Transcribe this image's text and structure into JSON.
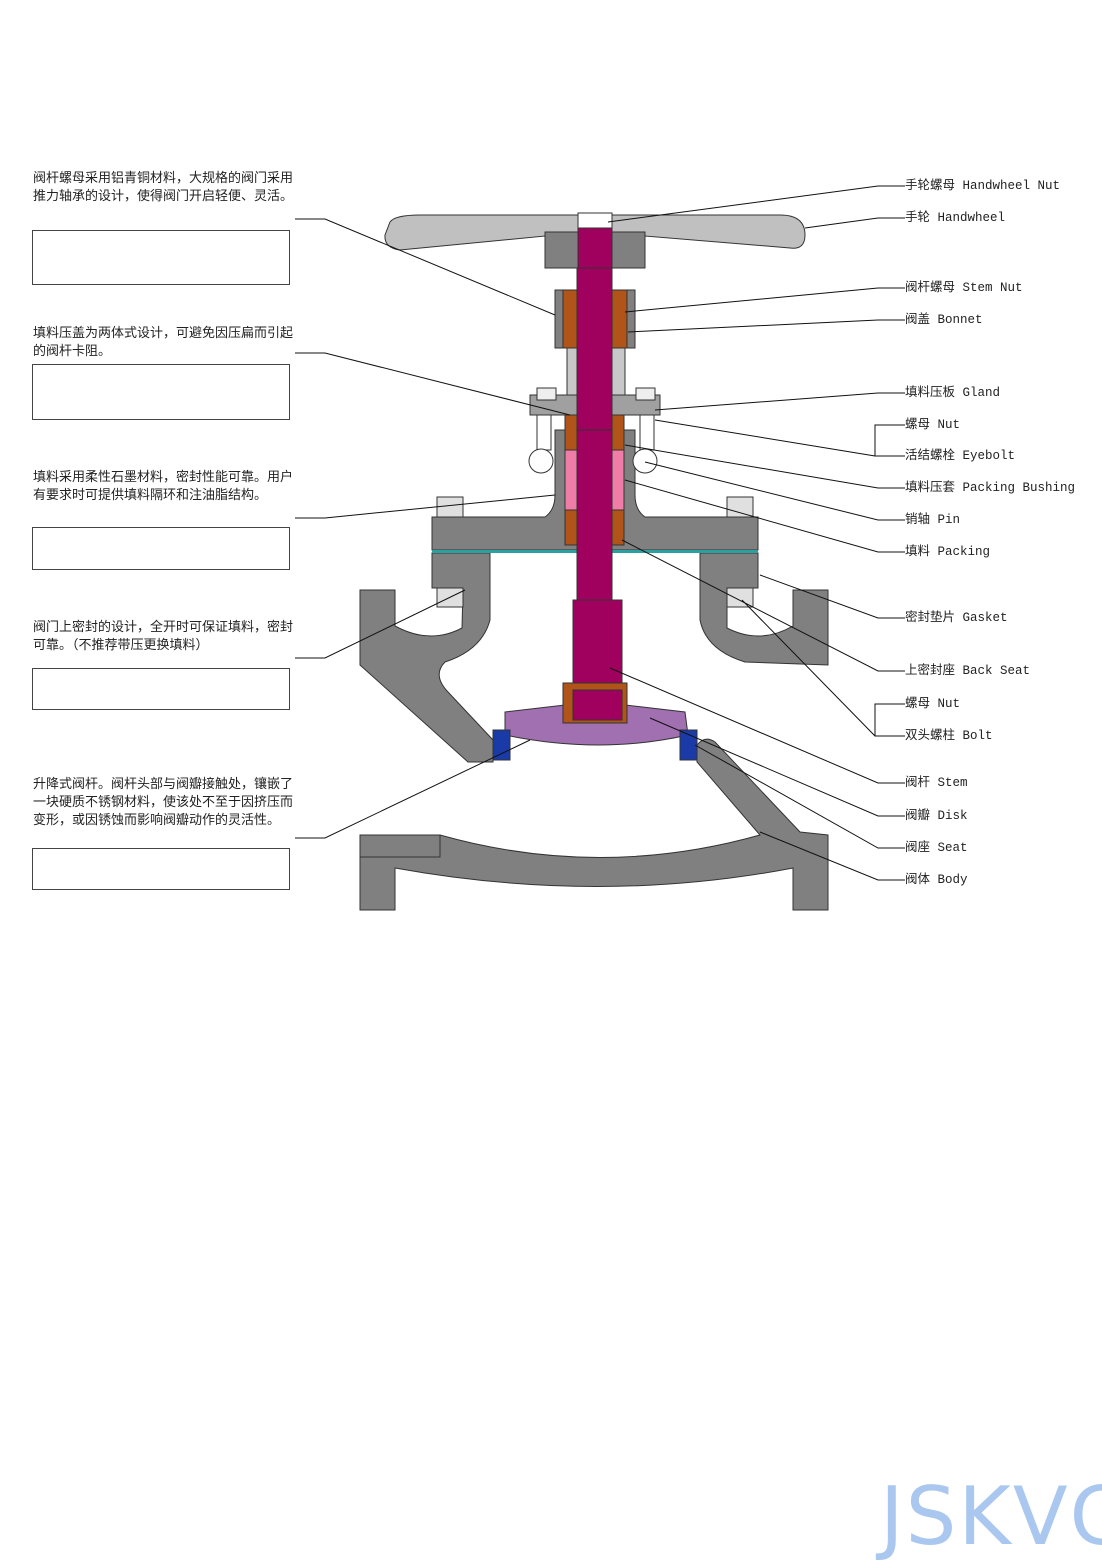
{
  "notes": [
    "阀杆螺母采用铝青铜材料，大规格的阀门采用推力轴承的设计，使得阀门开启轻便、灵活。",
    "填料压盖为两体式设计，可避免因压扁而引起的阀杆卡阻。",
    "填料采用柔性石墨材料，密封性能可靠。用户有要求时可提供填料隔环和注油脂结构。",
    "阀门上密封的设计，全开时可保证填料，密封可靠。（不推荐带压更换填料）",
    "升降式阀杆。阀杆头部与阀瓣接触处，镶嵌了一块硬质不锈钢材料，使该处不至于因挤压而变形，或因锈蚀而影响阀瓣动作的灵活性。"
  ],
  "parts": [
    "手轮螺母 Handwheel Nut",
    "手轮 Handwheel",
    "阀杆螺母 Stem Nut",
    "阀盖 Bonnet",
    "填料压板 Gland",
    "螺母 Nut",
    "活结螺栓 Eyebolt",
    "填料压套 Packing Bushing",
    "销轴 Pin",
    "填料 Packing",
    "密封垫片 Gasket",
    "上密封座 Back Seat",
    "螺母 Nut",
    "双头螺柱 Bolt",
    "阀杆 Stem",
    "阀瓣 Disk",
    "阀座 Seat",
    "阀体 Body"
  ],
  "watermark": "JSKVC",
  "colors": {
    "body": "#808080",
    "light": "#c8c8c8",
    "stem": "#a0005e",
    "disk": "#a070b0",
    "bronze": "#b0541a",
    "seat": "#1a3aa8",
    "packing": "#f07ca8",
    "teal": "#2aa0a0"
  }
}
